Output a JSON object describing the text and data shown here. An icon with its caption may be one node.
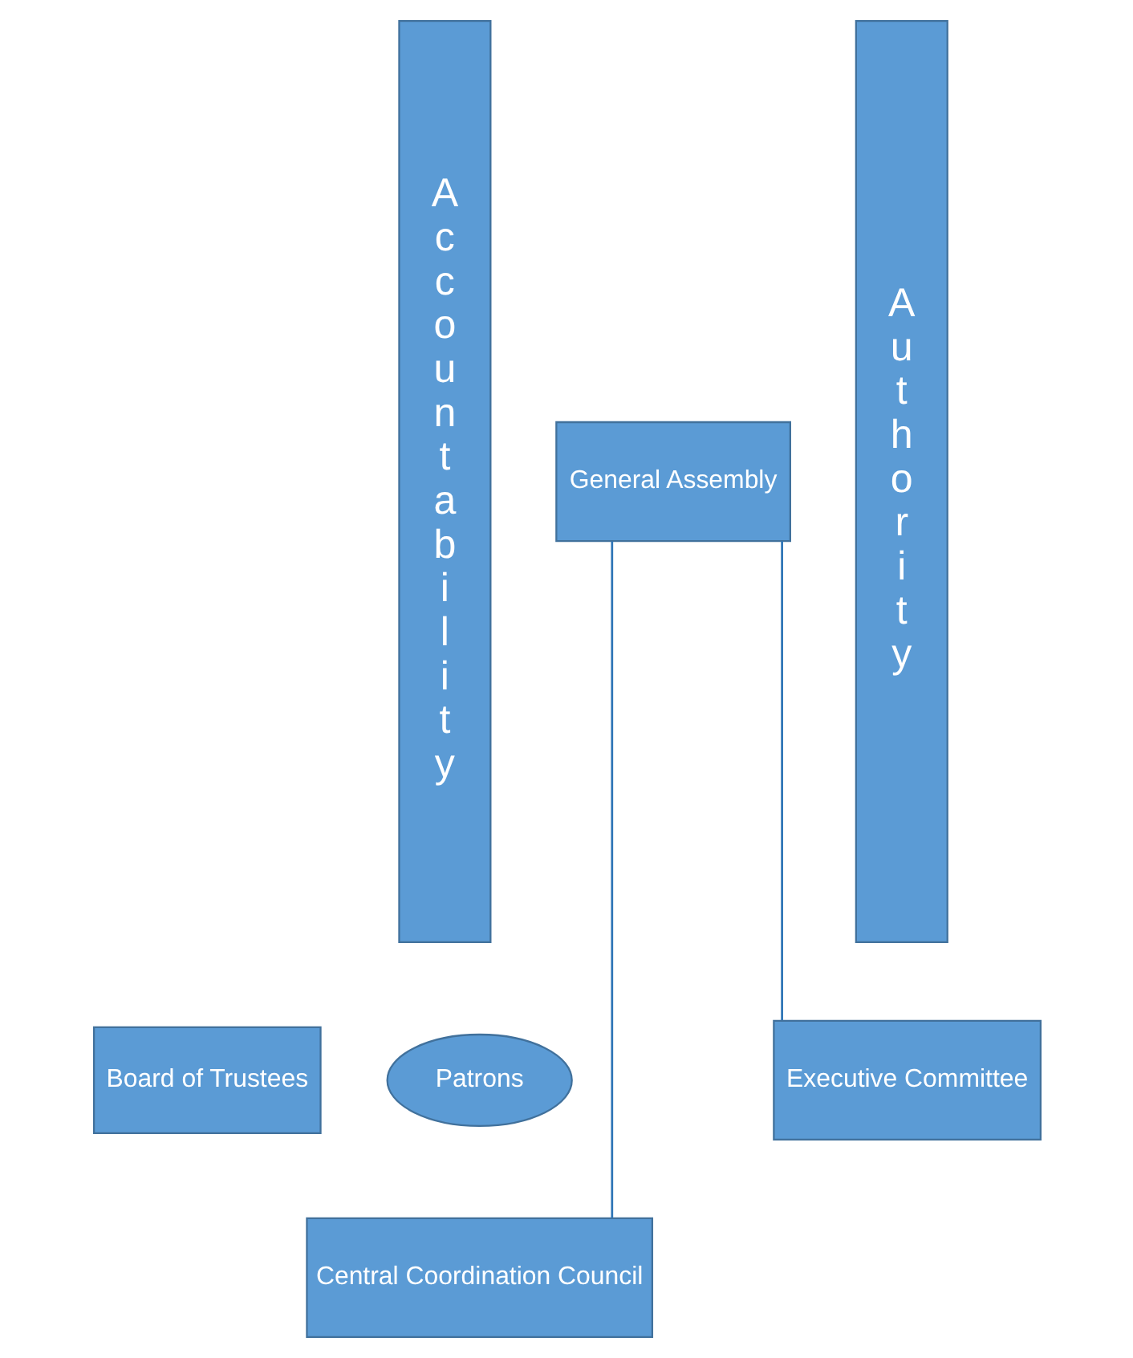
{
  "diagram": {
    "nodes": [
      {
        "text": [
          "Accountability"
        ]
      },
      {
        "text": [
          "General Assembly"
        ]
      },
      {
        "text": [
          "Board of Trustees"
        ]
      },
      {
        "text": [
          "Patrons"
        ]
      },
      {
        "text": [
          "Central Coordination Council"
        ]
      },
      {
        "text": [
          "Executive Committee"
        ]
      },
      {
        "text": [
          "Authority"
        ]
      }
    ],
    "edges": [
      {
        "from": 1,
        "to": 4,
        "arrow": "none"
      },
      {
        "from": 1,
        "to": 5,
        "arrow": "none"
      }
    ]
  }
}
